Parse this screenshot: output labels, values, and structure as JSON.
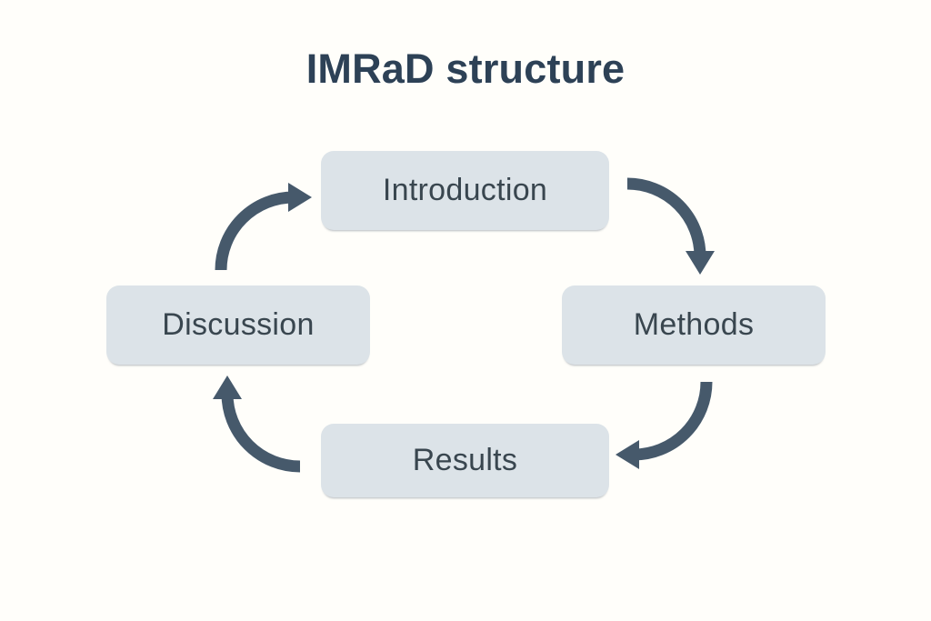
{
  "title": "IMRaD structure",
  "nodes": [
    {
      "id": "introduction",
      "label": "Introduction"
    },
    {
      "id": "methods",
      "label": "Methods"
    },
    {
      "id": "results",
      "label": "Results"
    },
    {
      "id": "discussion",
      "label": "Discussion"
    }
  ],
  "flow": [
    {
      "from": "Introduction",
      "to": "Methods"
    },
    {
      "from": "Methods",
      "to": "Results"
    },
    {
      "from": "Results",
      "to": "Discussion"
    },
    {
      "from": "Discussion",
      "to": "Introduction"
    }
  ],
  "colors": {
    "background": "#fffefa",
    "node_fill": "#dce3e8",
    "node_text": "#39464f",
    "title_text": "#2d4156",
    "arrow": "#46596b"
  }
}
